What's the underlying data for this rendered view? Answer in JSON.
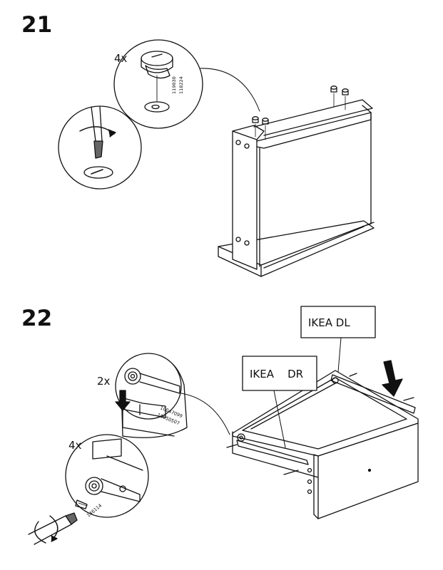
{
  "steps": [
    {
      "number": "21",
      "quantity": "4x",
      "part_numbers": [
        "119030",
        "118224"
      ]
    },
    {
      "number": "22",
      "callouts": [
        {
          "quantity": "2x",
          "part_numbers": [
            "10047099",
            "10050507"
          ]
        },
        {
          "quantity": "4x",
          "part_numbers": [
            "146114"
          ]
        }
      ],
      "labels": [
        "IKEA DL",
        "IKEA    DR"
      ]
    }
  ]
}
